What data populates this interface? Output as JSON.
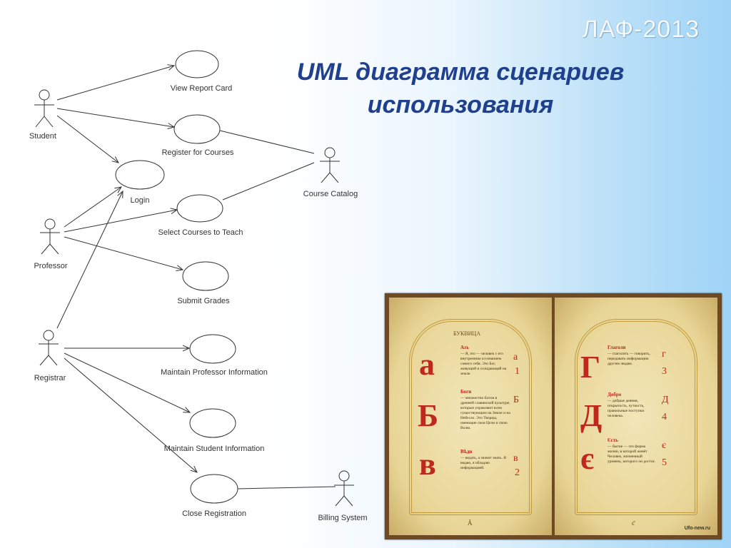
{
  "header": {
    "corner_label": "ЛАФ-2013",
    "title_line1": "UML диаграмма сценариев",
    "title_line2": "использования"
  },
  "diagram": {
    "actors": [
      "Student",
      "Professor",
      "Registrar",
      "Course Catalog",
      "Billing System"
    ],
    "use_cases": [
      "View Report Card",
      "Register for Courses",
      "Login",
      "Select Courses to Teach",
      "Submit Grades",
      "Maintain Professor Information",
      "Maintain Student Information",
      "Close Registration"
    ]
  },
  "book": {
    "heading": "БУКВИЦА",
    "left_letters": [
      {
        "big": "а",
        "name": "Азъ",
        "small": "а",
        "num": "1",
        "desc": "— Я, это — человек с его внутренним осознанием самого себя. Это Бог, живущий и созидающий на земле."
      },
      {
        "big": "Б",
        "name": "Боги",
        "small": "Б",
        "num": "",
        "desc": "— множество Богов в древней славянской культуре, которые управляют всем существующим на Земле и на Небесах. Это Творцы, имеющие свои Цели и свою Волю."
      },
      {
        "big": "в",
        "name": "Вѣди",
        "small": "в",
        "num": "2",
        "desc": "— ведать, а значит знать. Я ведаю, я обладаю информацией."
      }
    ],
    "right_letters": [
      {
        "big": "Г",
        "name": "Глаголи",
        "small": "г",
        "num": "3",
        "desc": "— глаголить — говорить, передавать информацию другим людям."
      },
      {
        "big": "Д",
        "name": "Добро",
        "small": "Д",
        "num": "4",
        "desc": "— добрые деяния, открытость, чуткость, правильные поступки человека."
      },
      {
        "big": "є",
        "name": "Єсть",
        "small": "є",
        "num": "5",
        "desc": "— бытие — это форма жизни, в которой живёт Человек, жизненный уровень, которого он достиг."
      }
    ],
    "left_footer": "Ā",
    "right_footer": "є̄",
    "watermark": "Ufo-new.ru"
  }
}
